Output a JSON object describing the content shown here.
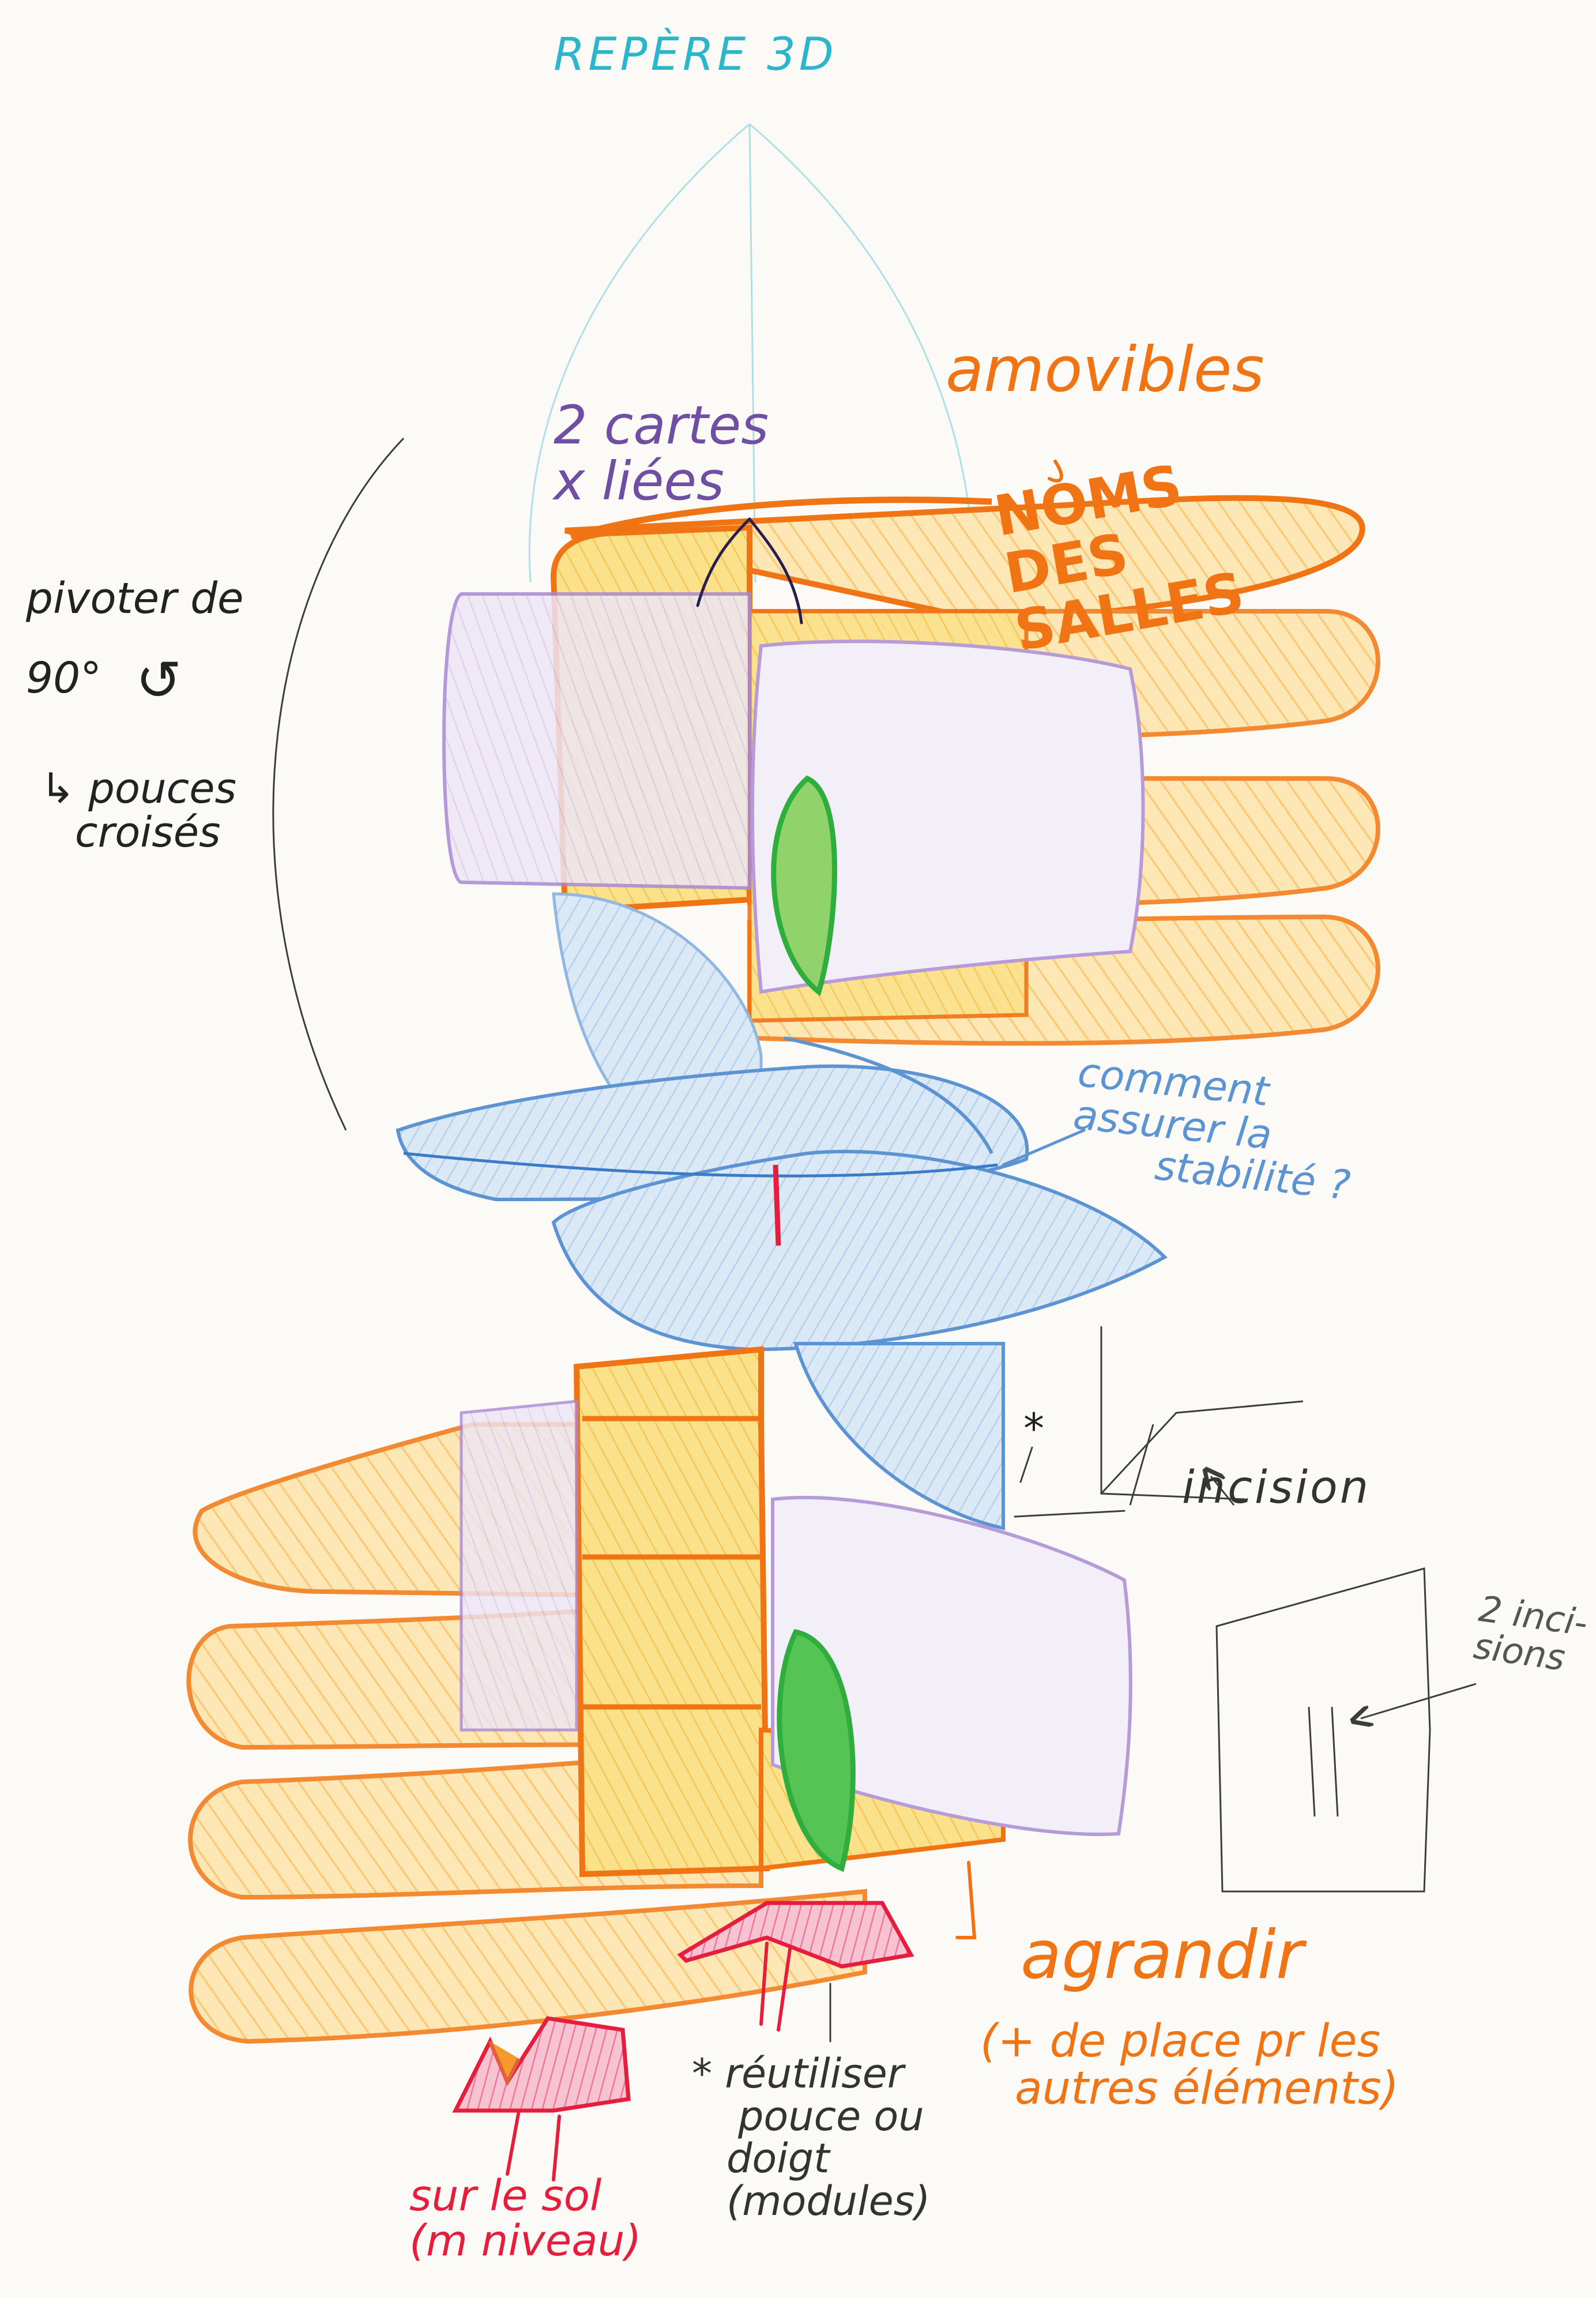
{
  "colors": {
    "paper": "#fbfaf6",
    "cyan": "#2cb6cc",
    "orange": "#f07314",
    "yellow": "#f7d22e",
    "purple": "#6f4ea3",
    "lilac": "#b79bd8",
    "blue": "#5c93d2",
    "lightblue": "#cfe1f2",
    "green": "#35b44a",
    "red": "#e51e3d",
    "pink": "#f07aa0",
    "graphite": "#3d3d3d"
  },
  "labels": {
    "title": "REPÈRE 3D",
    "amovibles": "amovibles",
    "noms_salles_line1": "NOMS DES",
    "noms_salles_line2": "SALLES",
    "cartes_line1": "2 cartes",
    "cartes_line2": "x liées",
    "pivoter_line1": "pivoter de",
    "pivoter_line2": "90°",
    "pouces_line1": "↳ pouces",
    "pouces_line2": "croisés",
    "stabilite_line1": "comment",
    "stabilite_line2": "assurer la",
    "stabilite_line3": "stabilité ?",
    "incision": "incision",
    "deux_incisions_line1": "2 inci-",
    "deux_incisions_line2": "sions",
    "star": "*",
    "agrandir": "agrandir",
    "agrandir_note_line1": "(+ de place pr les",
    "agrandir_note_line2": "autres éléments)",
    "reutiliser_line1": "* réutiliser",
    "reutiliser_line2": "pouce ou",
    "reutiliser_line3": "doigt (modules)",
    "sol_line1": "sur le sol",
    "sol_line2": "(m niveau)"
  }
}
